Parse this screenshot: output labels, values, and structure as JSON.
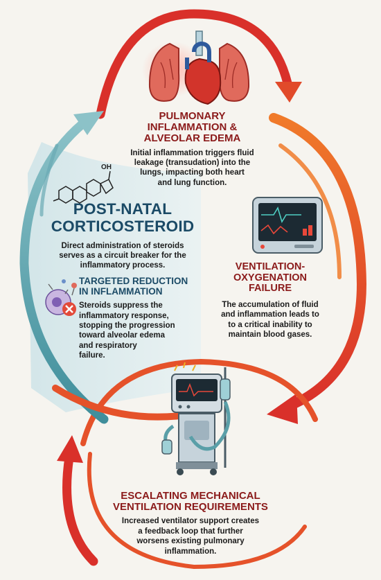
{
  "nodes": {
    "pulmonary": {
      "title": "PULMONARY\nINFLAMMATION &\nALVEOLAR EDEMA",
      "body": "Initial inflammation triggers fluid\nleakage (transudation) into the\nlungs, impacting both heart\nand lung function."
    },
    "corticosteroid": {
      "title": "POST-NATAL\nCORTICOSTEROID",
      "body": "Direct administration of steroids\nserves as a circuit breaker for the\ninflammatory process.",
      "molecule_label": "OH"
    },
    "targeted": {
      "title": "TARGETED REDUCTION\nIN INFLAMMATION",
      "body": "Steroids suppress the\ninflammatory response,\nstopping the progression\ntoward alveolar edema\nand respiratory\nfailure."
    },
    "ventilation_failure": {
      "title": "VENTILATION-OXYGENATION\nFAILURE",
      "body": "The accumulation of fluid\nand inflammation leads to\nto a critical inability to\nmaintain blood gases."
    },
    "escalating": {
      "title": "ESCALATING MECHANICAL\nVENTILATION REQUIREMENTS",
      "body": "Increased ventilator support creates\na feedback loop that further\nworsens existing pulmonary\ninflammation."
    }
  },
  "colors": {
    "cycle_red": "#d9302a",
    "cycle_orange": "#f07a2a",
    "intervention_teal": "#5a9fa8",
    "panel_blue": "#dcebee",
    "title_red": "#8b1a1a",
    "title_navy": "#1b4a66"
  },
  "icons": [
    "lungs-heart-icon",
    "steroid-molecule-icon",
    "cell-inhibition-icon",
    "patient-monitor-icon",
    "ventilator-icon"
  ]
}
